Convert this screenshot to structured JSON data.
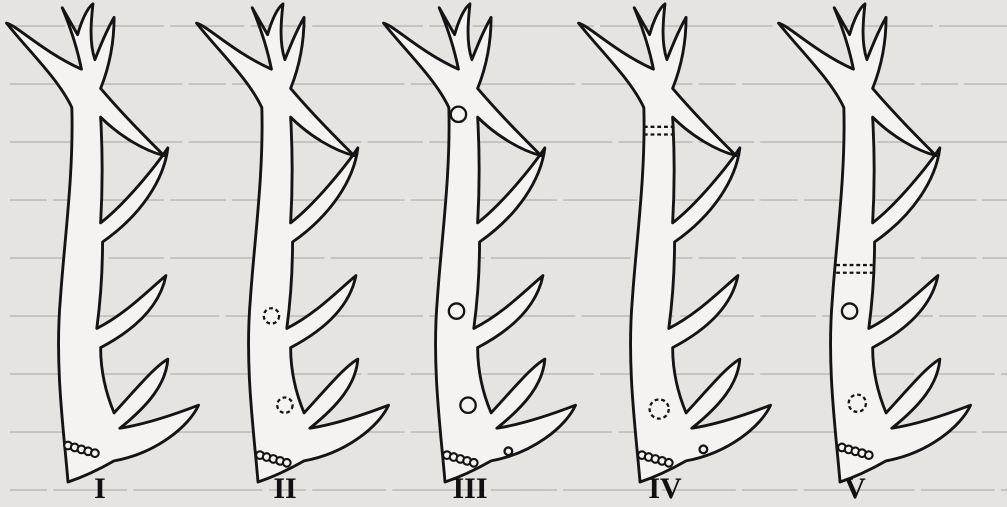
{
  "figure": {
    "panels": [
      {
        "numeral": "I",
        "marks": []
      },
      {
        "numeral": "II",
        "marks": [
          "dashed-circle",
          "dashed-circle"
        ]
      },
      {
        "numeral": "III",
        "marks": [
          "circle",
          "circle",
          "circle",
          "small-circle"
        ]
      },
      {
        "numeral": "IV",
        "marks": [
          "dashed-line",
          "dashed-circle",
          "small-circle"
        ]
      },
      {
        "numeral": "V",
        "marks": [
          "dashed-line",
          "circle",
          "dashed-circle"
        ]
      }
    ],
    "colors": {
      "ink": "#141414",
      "paper": "#f4f3f1",
      "background": "#e6e4e1",
      "bleed_text": "#a9a7a4"
    }
  }
}
